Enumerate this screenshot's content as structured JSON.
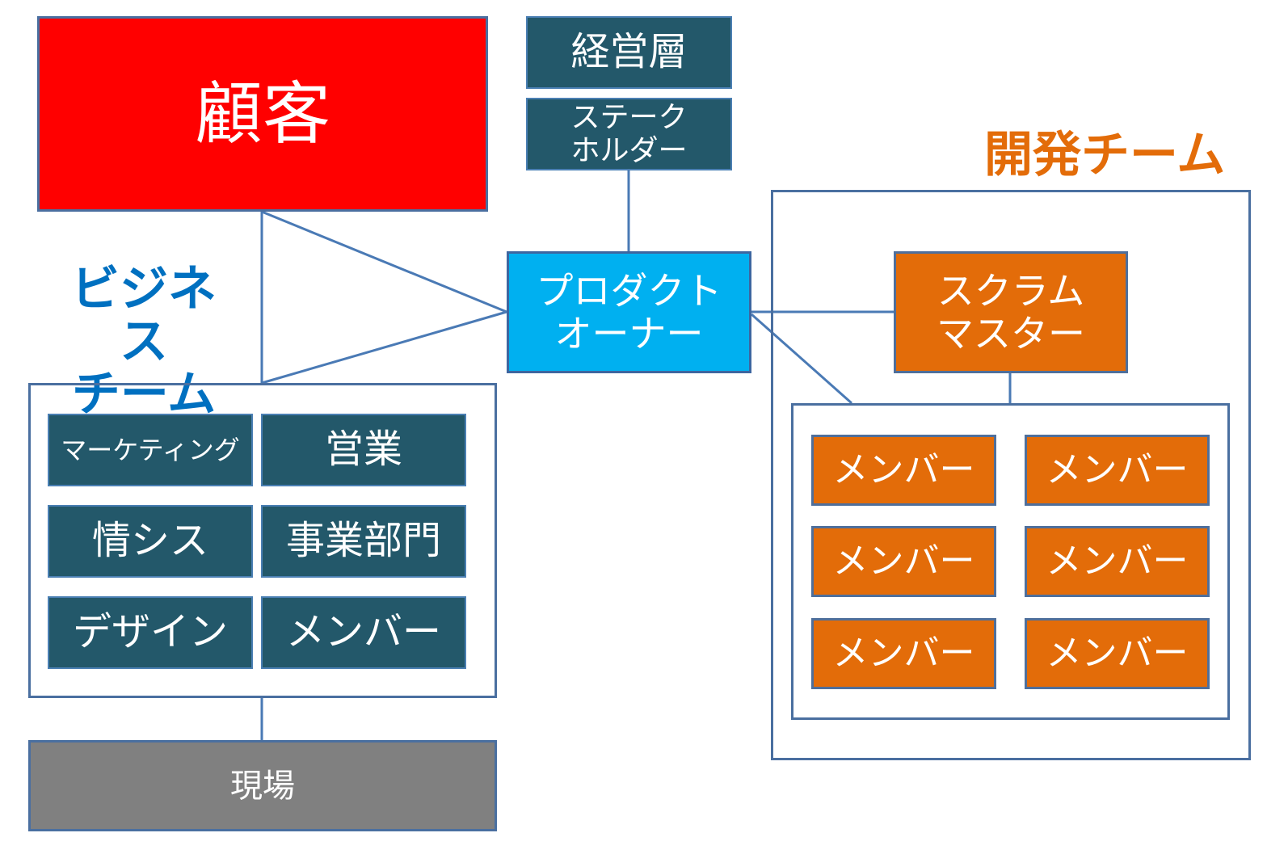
{
  "customer": {
    "label": "顧客"
  },
  "management": {
    "label": "経営層"
  },
  "stakeholder": {
    "line1": "ステーク",
    "line2": "ホルダー"
  },
  "product_owner": {
    "line1": "プロダクト",
    "line2": "オーナー"
  },
  "business_team": {
    "title_line1": "ビジネス",
    "title_line2": "チーム",
    "cells": [
      "マーケティング",
      "営業",
      "情シス",
      "事業部門",
      "デザイン",
      "メンバー"
    ]
  },
  "field": {
    "label": "現場"
  },
  "dev_team": {
    "title": "開発チーム",
    "scrum_master_line1": "スクラム",
    "scrum_master_line2": "マスター",
    "members": [
      "メンバー",
      "メンバー",
      "メンバー",
      "メンバー",
      "メンバー",
      "メンバー"
    ]
  },
  "colors": {
    "customer": "#ff0000",
    "dark_box": "#23586a",
    "product_owner": "#00b0f0",
    "orange": "#e36c09",
    "field": "#808080",
    "business_title": "#0070c0",
    "dev_title": "#e36c09",
    "connector": "#4a7ab5"
  }
}
